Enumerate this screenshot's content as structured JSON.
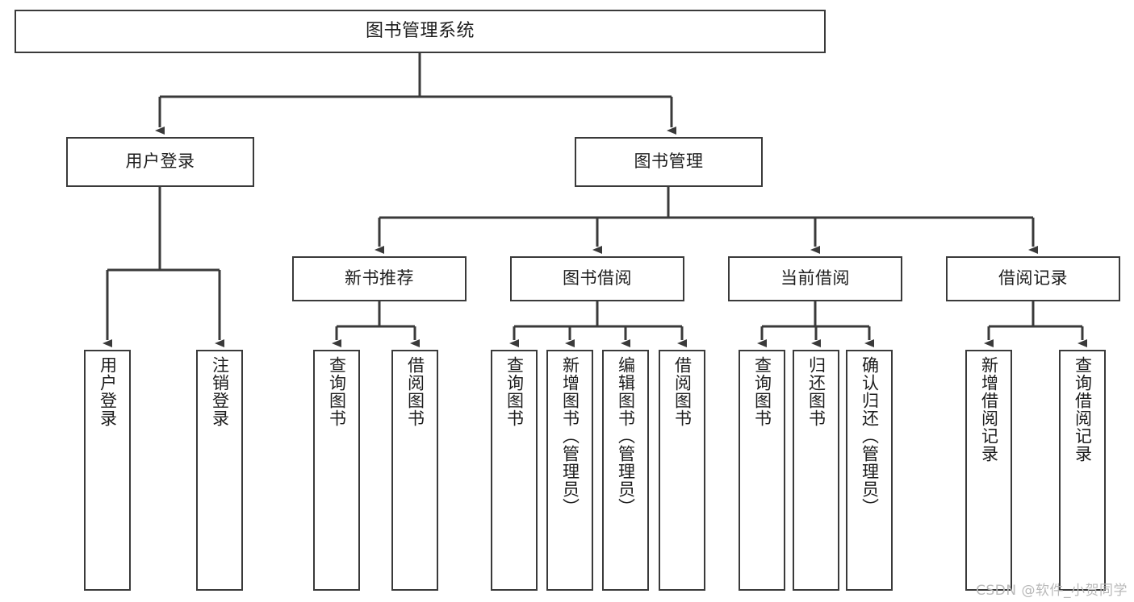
{
  "diagram": {
    "title": "图书管理系统",
    "stroke_color": "#3a3a3a",
    "fill_color": "#ffffff",
    "text_color": "#1d1d1d",
    "watermark": "CSDN @软件_小贺同学"
  },
  "root": {
    "label": "图书管理系统"
  },
  "level1": [
    {
      "label": "用户登录"
    },
    {
      "label": "图书管理"
    }
  ],
  "level2": [
    {
      "label": "新书推荐"
    },
    {
      "label": "图书借阅"
    },
    {
      "label": "当前借阅"
    },
    {
      "label": "借阅记录"
    }
  ],
  "leaves": {
    "user_login": [
      {
        "label": "用户登录"
      },
      {
        "label": "注销登录"
      }
    ],
    "new_book": [
      {
        "label": "查询图书"
      },
      {
        "label": "借阅图书"
      }
    ],
    "borrow_book": [
      {
        "label": "查询图书"
      },
      {
        "label": "新增图书（管理员）"
      },
      {
        "label": "编辑图书（管理员）"
      },
      {
        "label": "借阅图书"
      }
    ],
    "current_borrow": [
      {
        "label": "查询图书"
      },
      {
        "label": "归还图书"
      },
      {
        "label": "确认归还（管理员）"
      }
    ],
    "borrow_record": [
      {
        "label": "新增借阅记录"
      },
      {
        "label": "查询借阅记录"
      }
    ]
  }
}
